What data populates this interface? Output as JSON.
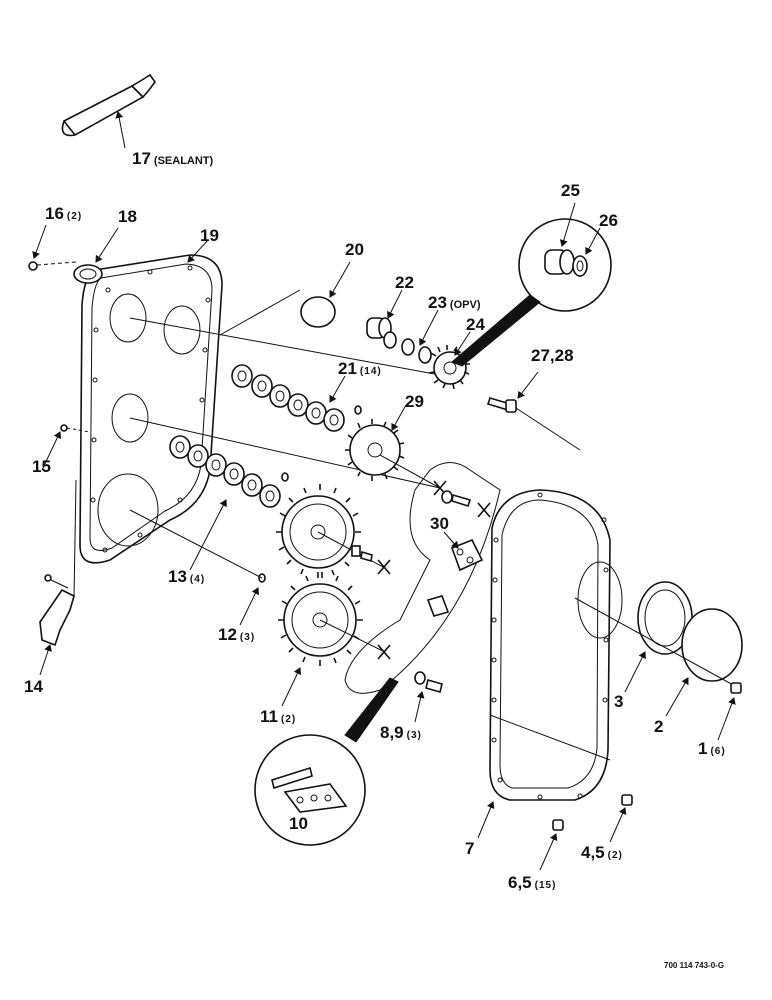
{
  "labels": {
    "p1": {
      "num": "1",
      "qty": "(6)"
    },
    "p2": {
      "num": "2"
    },
    "p3": {
      "num": "3"
    },
    "p45": {
      "num": "4,5",
      "qty": "(2)"
    },
    "p65": {
      "num": "6,5",
      "qty": "(15)"
    },
    "p7": {
      "num": "7"
    },
    "p89": {
      "num": "8,9",
      "qty": "(3)"
    },
    "p10": {
      "num": "10"
    },
    "p11": {
      "num": "11",
      "qty": "(2)"
    },
    "p12": {
      "num": "12",
      "qty": "(3)"
    },
    "p13": {
      "num": "13",
      "qty": "(4)"
    },
    "p14": {
      "num": "14"
    },
    "p15": {
      "num": "15"
    },
    "p16": {
      "num": "16",
      "qty": "(2)"
    },
    "p17": {
      "num": "17",
      "note": "(SEALANT)"
    },
    "p18": {
      "num": "18"
    },
    "p19": {
      "num": "19"
    },
    "p20": {
      "num": "20"
    },
    "p21": {
      "num": "21",
      "qty": "(14)"
    },
    "p22": {
      "num": "22"
    },
    "p23": {
      "num": "23",
      "note": "(OPV)"
    },
    "p24": {
      "num": "24"
    },
    "p25": {
      "num": "25"
    },
    "p26": {
      "num": "26"
    },
    "p2728": {
      "num": "27,28"
    },
    "p29": {
      "num": "29"
    },
    "p30": {
      "num": "30"
    }
  },
  "drawing_number": "700 114 743-0-G"
}
